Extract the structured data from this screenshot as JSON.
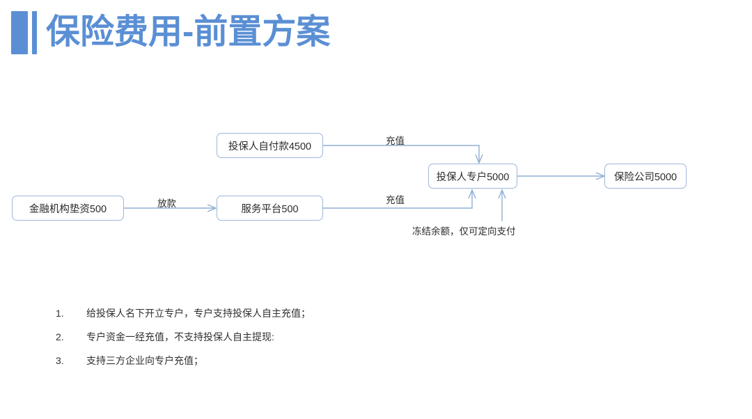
{
  "slide": {
    "title": "保险费用-前置方案",
    "accent_color": "#5B8FD4",
    "box_border_color": "#9CB7DA",
    "connector_color": "#8FAFD4",
    "background": "#FFFFFF"
  },
  "diagram": {
    "nodes": [
      {
        "id": "finance",
        "label": "金融机构垫资500"
      },
      {
        "id": "selfpay",
        "label": "投保人自付款4500"
      },
      {
        "id": "platform",
        "label": "服务平台500"
      },
      {
        "id": "account",
        "label": "投保人专户5000"
      },
      {
        "id": "insurer",
        "label": "保险公司5000"
      }
    ],
    "edge_labels": {
      "fangkuan": "放款",
      "chongzhi_top": "充值",
      "chongzhi_bottom": "充值",
      "frozen_note": "冻结余额，仅可定向支付"
    }
  },
  "notes": {
    "items": [
      {
        "num": "1.",
        "text": "给投保人名下开立专户，专户支持投保人自主充值；"
      },
      {
        "num": "2.",
        "text": "专户资金一经充值，不支持投保人自主提现:"
      },
      {
        "num": "3.",
        "text": "支持三方企业向专户充值；"
      }
    ]
  }
}
